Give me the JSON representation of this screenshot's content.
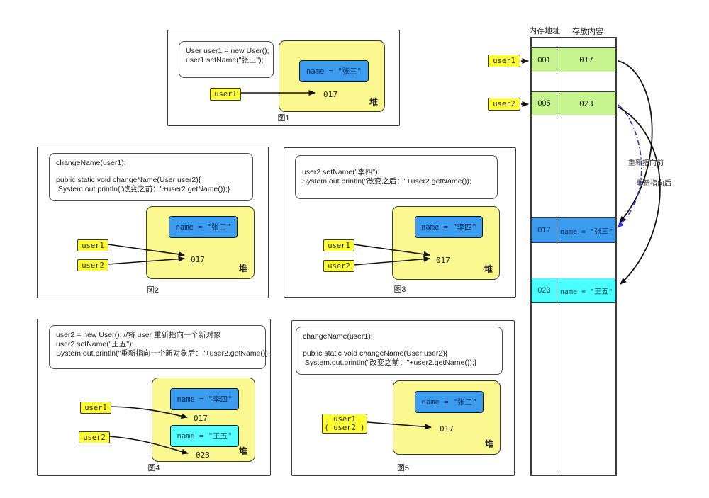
{
  "colors": {
    "heap_yellow": "#faf88f",
    "tag_yellow": "#ffff2e",
    "object_blue": "#3b9bee",
    "object_cyan": "#55ffff",
    "row_green": "#c6f58e",
    "arrow_black": "#111111",
    "arrow_blue_dash": "#3333cc"
  },
  "memory": {
    "headers": {
      "address": "内存地址",
      "content": "存放内容"
    },
    "tags": [
      "user1",
      "user2"
    ],
    "rows": [
      {
        "addr": "001",
        "content": "017"
      },
      {
        "addr": "005",
        "content": "023"
      },
      {
        "addr": "017",
        "content": "name = \"张三\""
      },
      {
        "addr": "023",
        "content": "name = \"王五\""
      }
    ],
    "labels": {
      "before": "重新指向前",
      "after": "重新指向后"
    }
  },
  "figures": {
    "fig1": {
      "caption": "图1",
      "code": [
        "User user1 = new User();",
        "user1.setName(\"张三\");"
      ],
      "objects": [
        {
          "field": "name = \"张三\"",
          "addr": "017"
        }
      ],
      "tags": [
        "user1"
      ],
      "heap": "堆"
    },
    "fig2": {
      "caption": "图2",
      "code": [
        "changeName(user1);",
        "",
        "public static void changeName(User user2){",
        " System.out.println(\"改变之前：\"+user2.getName());}"
      ],
      "objects": [
        {
          "field": "name = \"张三\"",
          "addr": "017"
        }
      ],
      "tags": [
        "user1",
        "user2"
      ],
      "heap": "堆"
    },
    "fig3": {
      "caption": "图3",
      "code": [
        "user2.setName(\"李四\");",
        "System.out.println(\"改变之后：\"+user2.getName());"
      ],
      "objects": [
        {
          "field": "name = \"李四\"",
          "addr": "017"
        }
      ],
      "tags": [
        "user1",
        "user2"
      ],
      "heap": "堆"
    },
    "fig4": {
      "caption": "图4",
      "code": [
        "user2 = new User(); //将 user 重新指向一个新对象",
        "user2.setName(\"王五\");",
        "System.out.println(\"重新指向一个新对象后：\"+user2.getName());"
      ],
      "objects": [
        {
          "field": "name = \"李四\"",
          "addr": "017"
        },
        {
          "field": "name = \"王五\"",
          "addr": "023"
        }
      ],
      "tags": [
        "user1",
        "user2"
      ],
      "heap": "堆"
    },
    "fig5": {
      "caption": "图5",
      "code": [
        "changeName(user1);",
        "",
        "public static void changeName(User user2){",
        " System.out.println(\"改变之前：\"+user2.getName());}"
      ],
      "objects": [
        {
          "field": "name = \"张三\"",
          "addr": "017"
        }
      ],
      "tags": [
        "user1",
        "( user2 )"
      ],
      "heap": "堆"
    }
  }
}
